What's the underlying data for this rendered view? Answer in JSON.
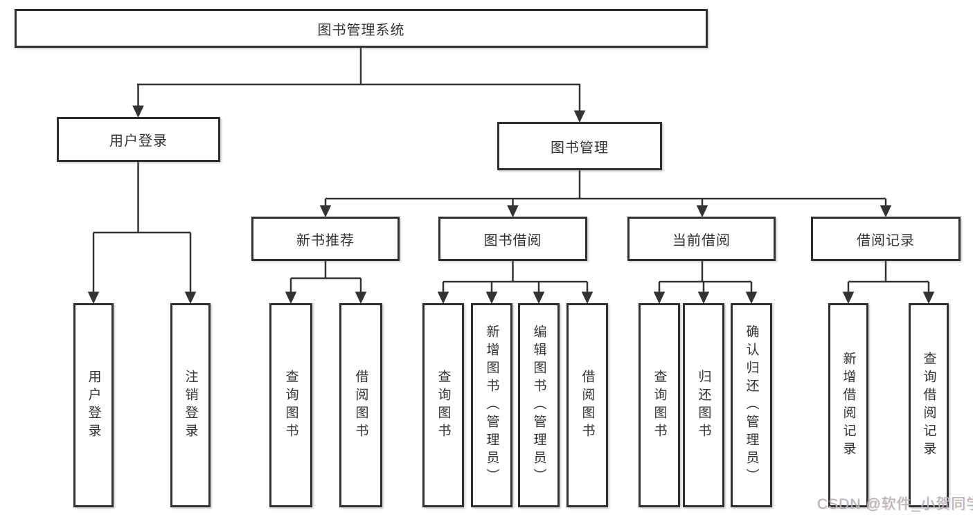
{
  "colors": {
    "line": "#333333",
    "box_border": "#2f2f2f",
    "box_fill": "#ffffff",
    "text": "#333333",
    "watermark_text": "#b5b5b5",
    "background": "#ffffff"
  },
  "watermark": "CSDN @软件_小贺同学",
  "tree": {
    "label": "图书管理系统",
    "children": [
      {
        "label": "用户登录",
        "children": [
          {
            "label": "用户登录"
          },
          {
            "label": "注销登录"
          }
        ]
      },
      {
        "label": "图书管理",
        "children": [
          {
            "label": "新书推荐",
            "children": [
              {
                "label": "查询图书"
              },
              {
                "label": "借阅图书"
              }
            ]
          },
          {
            "label": "图书借阅",
            "children": [
              {
                "label": "查询图书"
              },
              {
                "label": "新增图书（管理员）"
              },
              {
                "label": "编辑图书（管理员）"
              },
              {
                "label": "借阅图书"
              }
            ]
          },
          {
            "label": "当前借阅",
            "children": [
              {
                "label": "查询图书"
              },
              {
                "label": "归还图书"
              },
              {
                "label": "确认归还（管理员）"
              }
            ]
          },
          {
            "label": "借阅记录",
            "children": [
              {
                "label": "新增借阅记录"
              },
              {
                "label": "查询借阅记录"
              }
            ]
          }
        ]
      }
    ]
  }
}
